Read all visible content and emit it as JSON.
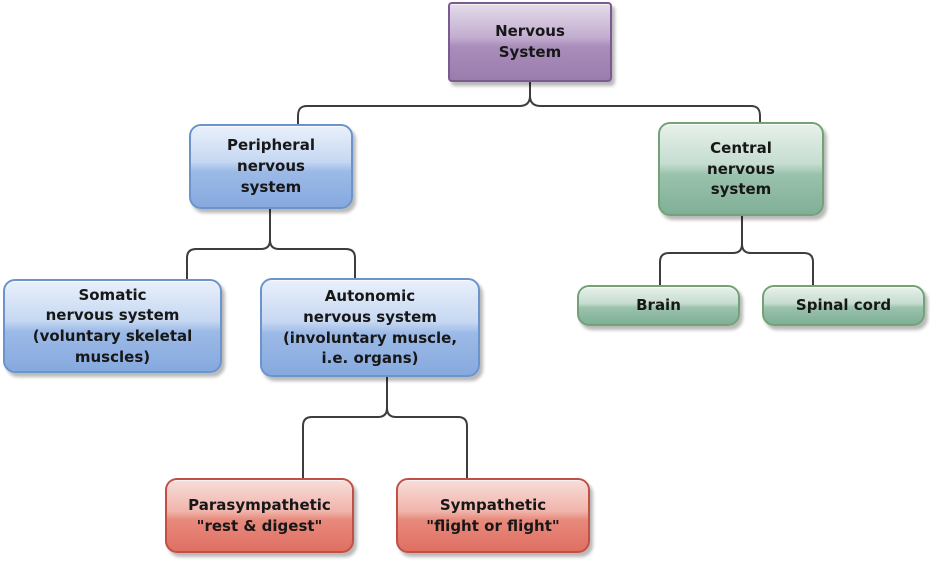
{
  "diagram": {
    "type": "tree",
    "topic": "Nervous System"
  },
  "nodes": {
    "nervous_system": {
      "label": "Nervous\nSystem",
      "color": "purple"
    },
    "peripheral": {
      "label": "Peripheral\nnervous\nsystem",
      "color": "blue"
    },
    "central": {
      "label": "Central\nnervous\nsystem",
      "color": "green"
    },
    "somatic": {
      "label": "Somatic\nnervous system\n(voluntary skeletal\nmuscles)",
      "color": "blue"
    },
    "autonomic": {
      "label": "Autonomic\nnervous system\n(involuntary muscle,\ni.e. organs)",
      "color": "blue"
    },
    "brain": {
      "label": "Brain",
      "color": "green"
    },
    "spinal_cord": {
      "label": "Spinal cord",
      "color": "green"
    },
    "parasympathetic": {
      "label": "Parasympathetic\n\"rest & digest\"",
      "color": "red"
    },
    "sympathetic": {
      "label": "Sympathetic\n\"flight or flight\"",
      "color": "red"
    }
  },
  "edges": [
    [
      "nervous_system",
      "peripheral"
    ],
    [
      "nervous_system",
      "central"
    ],
    [
      "peripheral",
      "somatic"
    ],
    [
      "peripheral",
      "autonomic"
    ],
    [
      "central",
      "brain"
    ],
    [
      "central",
      "spinal_cord"
    ],
    [
      "autonomic",
      "parasympathetic"
    ],
    [
      "autonomic",
      "sympathetic"
    ]
  ],
  "palette": {
    "text-color": "#171717",
    "line-color": "#3d3d3d",
    "purple-border": "#7a5a91",
    "purple-top": "#e4dcea",
    "purple-mid": "#c2adcf",
    "purple-low": "#a98dba",
    "purple-bottom": "#9b7cae",
    "blue-border": "#6b93cc",
    "blue-top": "#e9f0fb",
    "blue-mid": "#c6d8f2",
    "blue-low": "#9cbae7",
    "blue-bottom": "#86a9de",
    "green-border": "#74a274",
    "green-top": "#e7f1ea",
    "green-mid": "#c6ddd1",
    "green-low": "#9ac2ad",
    "green-bottom": "#80af97",
    "red-border": "#c24f44",
    "red-top": "#f8deda",
    "red-mid": "#f0b4ab",
    "red-low": "#e88a7d",
    "red-bottom": "#df6f63"
  }
}
